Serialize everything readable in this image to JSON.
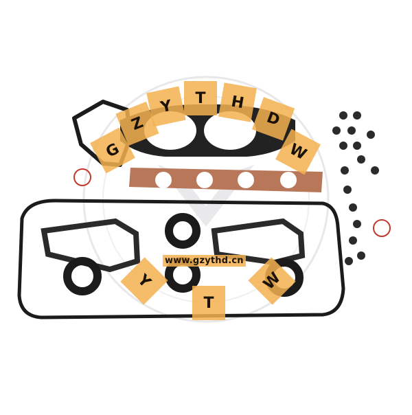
{
  "image": {
    "subject": "engine head gasket set product photo",
    "background": "#ffffff"
  },
  "watermark": {
    "arc_letters": [
      "G",
      "Z",
      "Y",
      "T",
      "H",
      "D",
      "W"
    ],
    "bottom_letters": [
      "Y",
      "T",
      "W"
    ],
    "url": "www.gzythd.cn",
    "tile_color": "#f3b250"
  }
}
